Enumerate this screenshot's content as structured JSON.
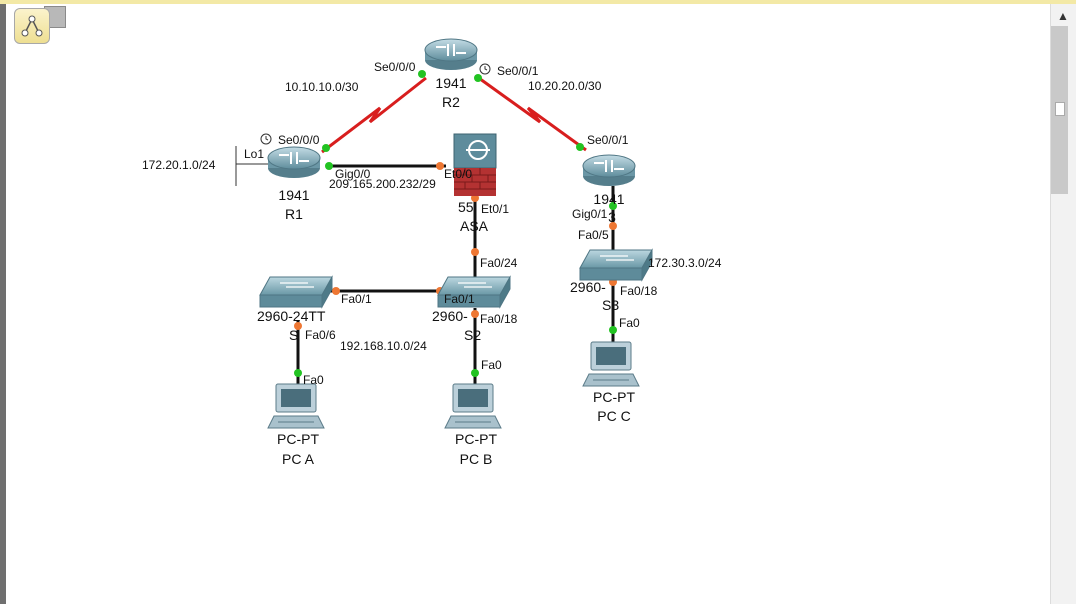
{
  "title": "Logical",
  "colors": {
    "serial": "#d81e1e",
    "ethernet": "#111111",
    "up": "#22c322",
    "down": "#ee7733"
  },
  "devices": {
    "r2": {
      "model": "1941",
      "name": "R2"
    },
    "r1": {
      "model": "1941",
      "name": "R1"
    },
    "r3": {
      "model": "1941",
      "name": "3"
    },
    "asa": {
      "model": "55",
      "name": "ASA"
    },
    "s1": {
      "model": "2960-24TT",
      "name": "S"
    },
    "s2": {
      "model": "2960-",
      "name": "S2"
    },
    "s3": {
      "model": "2960-",
      "name": "S3"
    },
    "pca": {
      "model": "PC-PT",
      "name": "PC A"
    },
    "pcb": {
      "model": "PC-PT",
      "name": "PC B"
    },
    "pcc": {
      "model": "PC-PT",
      "name": "PC C"
    }
  },
  "ports": {
    "r2_se000": "Se0/0/0",
    "r2_se001": "Se0/0/1",
    "r1_se000": "Se0/0/0",
    "r1_lo1": "Lo1",
    "r1_gig00": "Gig0/0",
    "asa_et00": "Et0/0",
    "asa_et01": "Et0/1",
    "r3_se001": "Se0/0/1",
    "r3_gig01": "Gig0/1",
    "s3_fa05": "Fa0/5",
    "s3_fa018": "Fa0/18",
    "pcc_fa0": "Fa0",
    "s2_fa024": "Fa0/24",
    "s2_fa01": "Fa0/1",
    "s2_fa018": "Fa0/18",
    "s1_fa01": "Fa0/1",
    "s1_fa06": "Fa0/6",
    "pca_fa0": "Fa0",
    "pcb_fa0": "Fa0"
  },
  "networks": {
    "r1_r2": "10.10.10.0/30",
    "r2_r3": "10.20.20.0/30",
    "r1_lo": "172.20.1.0/24",
    "r1_asa": "209.165.200.232/29",
    "lan_b": "192.168.10.0/24",
    "lan_c": "172.30.3.0/24"
  }
}
